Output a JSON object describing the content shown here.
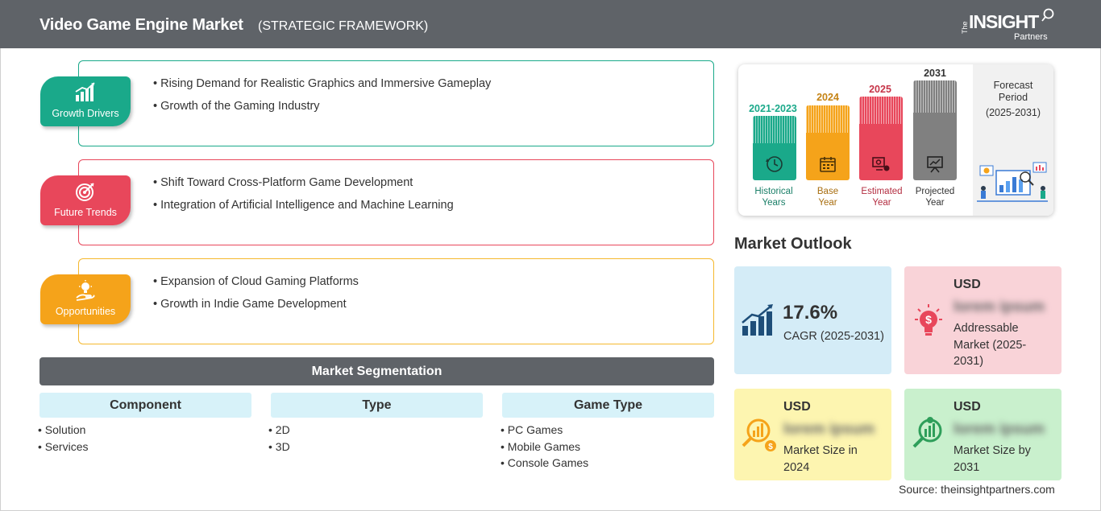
{
  "header": {
    "title": "Video Game Engine Market",
    "subtitle": "(STRATEGIC FRAMEWORK)",
    "logo": {
      "the": "The",
      "insight": "INSIGHT",
      "partners": "Partners"
    }
  },
  "framework": {
    "growth_drivers": {
      "label": "Growth Drivers",
      "color": "#1aa98a",
      "items": [
        "Rising Demand for Realistic Graphics and Immersive Gameplay",
        "Growth of the Gaming Industry"
      ]
    },
    "future_trends": {
      "label": "Future Trends",
      "color": "#e8475b",
      "items": [
        "Shift Toward Cross-Platform Game Development",
        "Integration of Artificial Intelligence and Machine Learning"
      ]
    },
    "opportunities": {
      "label": "Opportunities",
      "color": "#f5a31a",
      "items": [
        "Expansion of Cloud Gaming Platforms",
        "Growth in Indie Game Development"
      ]
    }
  },
  "segmentation": {
    "title": "Market Segmentation",
    "component": {
      "title": "Component",
      "items": [
        "Solution",
        "Services"
      ]
    },
    "type": {
      "title": "Type",
      "items": [
        "2D",
        "3D"
      ]
    },
    "game_type": {
      "title": "Game Type",
      "items": [
        "PC Games",
        "Mobile Games",
        "Console Games"
      ]
    }
  },
  "timeline": {
    "historical": {
      "year": "2021-2023",
      "label1": "Historical",
      "label2": "Years",
      "color": "#1aa98a"
    },
    "base": {
      "year": "2024",
      "label1": "Base",
      "label2": "Year",
      "color": "#f5a31a"
    },
    "estimated": {
      "year": "2025",
      "label1": "Estimated",
      "label2": "Year",
      "color": "#e8475b"
    },
    "projected": {
      "year": "2031",
      "label1": "Projected",
      "label2": "Year",
      "color": "#808080"
    },
    "forecast": {
      "line1": "Forecast",
      "line2": "Period",
      "line3": "(2025-2031)"
    }
  },
  "outlook": {
    "title": "Market Outlook",
    "cagr": {
      "value": "17.6%",
      "label": "CAGR (2025-2031)"
    },
    "addressable": {
      "currency": "USD",
      "value": "lorem ipsum",
      "label": "Addressable Market (2025-2031)"
    },
    "size_2024": {
      "currency": "USD",
      "value": "lorem ipsum",
      "label": "Market Size in 2024"
    },
    "size_2031": {
      "currency": "USD",
      "value": "lorem ipsum",
      "label": "Market Size by 2031"
    }
  },
  "source": "Source: theinsightpartners.com"
}
